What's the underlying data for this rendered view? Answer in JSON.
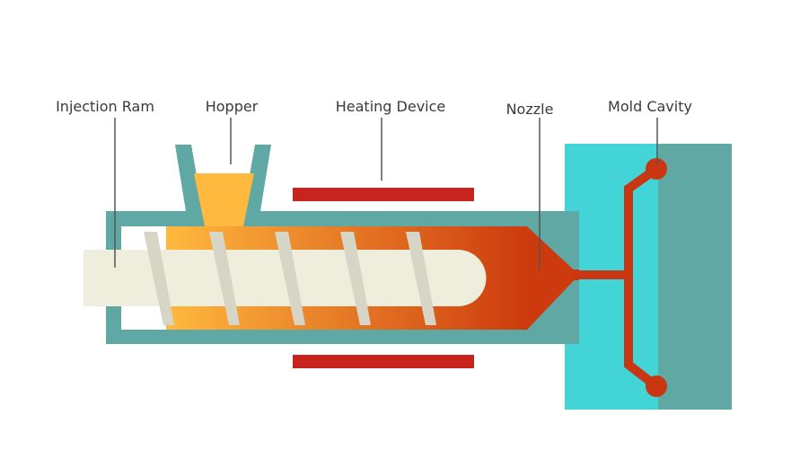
{
  "labels": {
    "injection_ram": "Injection Ram",
    "hopper": "Hopper",
    "heating_device": "Heating Device",
    "nozzle": "Nozzle",
    "mold_cavity": "Mold Cavity"
  },
  "colors": {
    "barrel": "#5fa8a3",
    "mold_light": "#42d4d6",
    "mold_dark": "#5fa8a3",
    "heater": "#c8241d",
    "melt_start": "#ffb93e",
    "melt_end": "#cc3a0d",
    "ram": "#efeedd",
    "flights": "#d6d5c6",
    "runner": "#c93612",
    "leader": "#555555"
  },
  "screw_flight_count": 5
}
